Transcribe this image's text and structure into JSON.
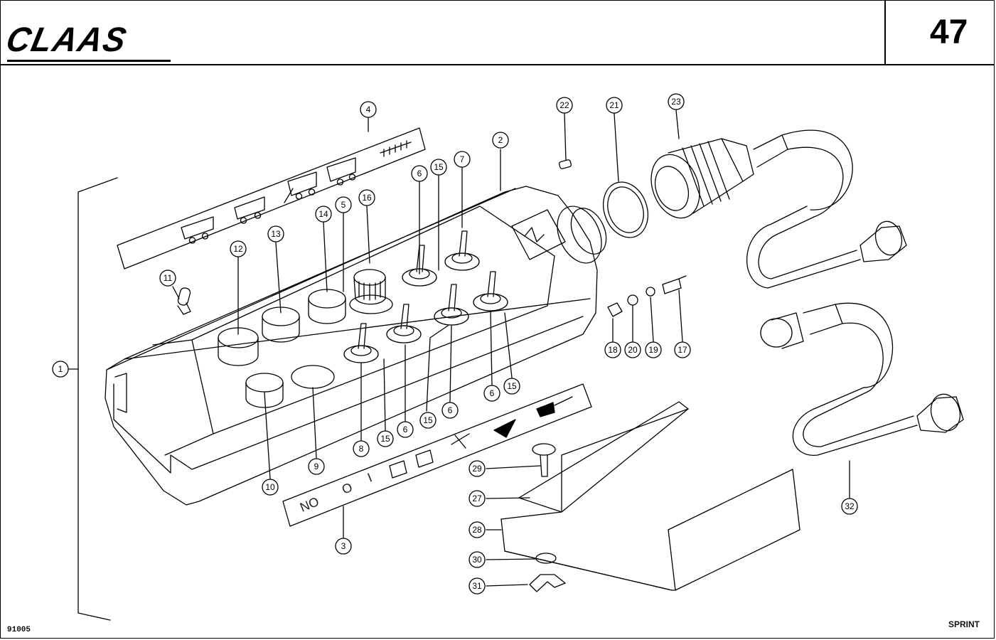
{
  "header": {
    "brand": "CLAAS",
    "page_number": "47"
  },
  "footer": {
    "drawing_number": "91005",
    "model": "SPRINT"
  },
  "label_strip": {
    "symbols": [
      "NO",
      "O",
      "I"
    ]
  },
  "callouts": [
    {
      "id": "c1",
      "label": "1"
    },
    {
      "id": "c2",
      "label": "2"
    },
    {
      "id": "c3",
      "label": "3"
    },
    {
      "id": "c4",
      "label": "4"
    },
    {
      "id": "c5",
      "label": "5"
    },
    {
      "id": "c6a",
      "label": "6"
    },
    {
      "id": "c6b",
      "label": "6"
    },
    {
      "id": "c6c",
      "label": "6"
    },
    {
      "id": "c6d",
      "label": "6"
    },
    {
      "id": "c7",
      "label": "7"
    },
    {
      "id": "c8",
      "label": "8"
    },
    {
      "id": "c9",
      "label": "9"
    },
    {
      "id": "c10",
      "label": "10"
    },
    {
      "id": "c11",
      "label": "11"
    },
    {
      "id": "c12",
      "label": "12"
    },
    {
      "id": "c13",
      "label": "13"
    },
    {
      "id": "c14",
      "label": "14"
    },
    {
      "id": "c15a",
      "label": "15"
    },
    {
      "id": "c15b",
      "label": "15"
    },
    {
      "id": "c15c",
      "label": "15"
    },
    {
      "id": "c15d",
      "label": "15"
    },
    {
      "id": "c16",
      "label": "16"
    },
    {
      "id": "c17",
      "label": "17"
    },
    {
      "id": "c18",
      "label": "18"
    },
    {
      "id": "c19",
      "label": "19"
    },
    {
      "id": "c20",
      "label": "20"
    },
    {
      "id": "c21",
      "label": "21"
    },
    {
      "id": "c22",
      "label": "22"
    },
    {
      "id": "c23",
      "label": "23"
    },
    {
      "id": "c27",
      "label": "27"
    },
    {
      "id": "c28",
      "label": "28"
    },
    {
      "id": "c29",
      "label": "29"
    },
    {
      "id": "c30",
      "label": "30"
    },
    {
      "id": "c31",
      "label": "31"
    },
    {
      "id": "c32",
      "label": "32"
    }
  ]
}
